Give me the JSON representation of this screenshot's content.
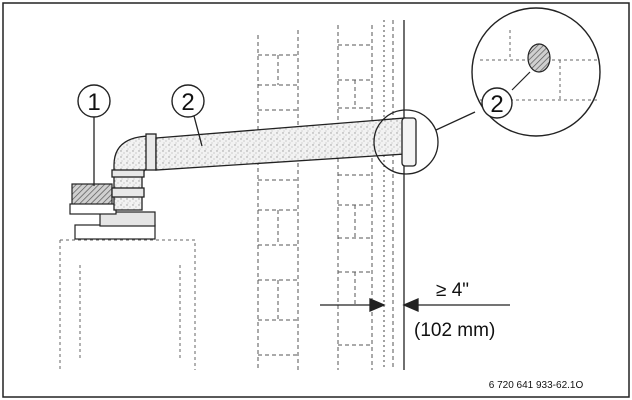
{
  "callouts": {
    "one": "1",
    "two": "2",
    "detail_two": "2"
  },
  "dimension": {
    "clearance": "≥ 4\"",
    "clearance_mm": "(102 mm)"
  },
  "figure_ref": "6 720 641 933-62.1O"
}
